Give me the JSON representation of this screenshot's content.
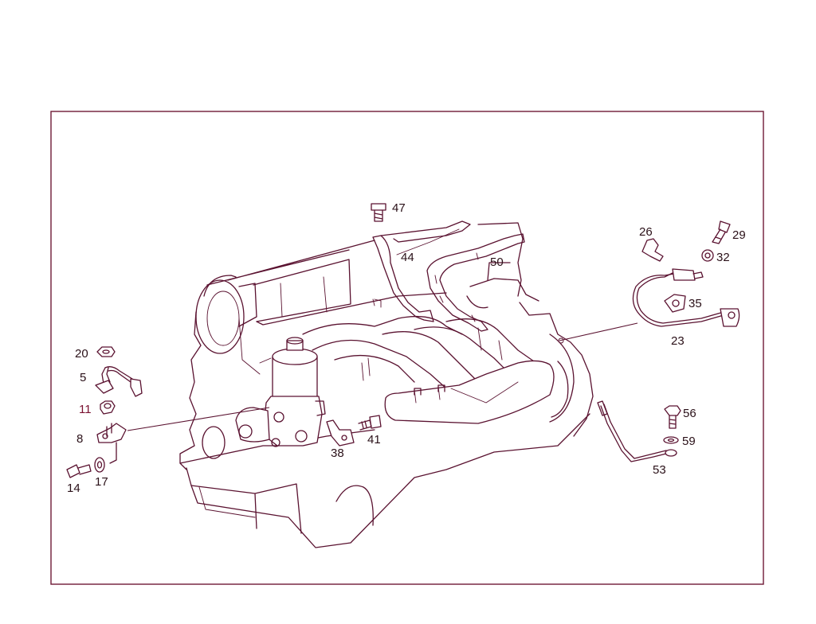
{
  "diagram": {
    "colors": {
      "ink": "#5a1230",
      "frame": "#6e1a35",
      "label": "#2a1018",
      "label_red": "#7a1030"
    },
    "parts": [
      {
        "id": "p47",
        "number": "47",
        "name": "bolt-47"
      },
      {
        "id": "p44",
        "number": "44",
        "name": "bracket-44"
      },
      {
        "id": "p50",
        "number": "50",
        "name": "bracket-50"
      },
      {
        "id": "p26",
        "number": "26",
        "name": "clip-26"
      },
      {
        "id": "p29",
        "number": "29",
        "name": "bolt-29"
      },
      {
        "id": "p32",
        "number": "32",
        "name": "washer-32"
      },
      {
        "id": "p35",
        "number": "35",
        "name": "holder-35"
      },
      {
        "id": "p23",
        "number": "23",
        "name": "cable-23"
      },
      {
        "id": "p20",
        "number": "20",
        "name": "nut-20"
      },
      {
        "id": "p5",
        "number": "5",
        "name": "line-5"
      },
      {
        "id": "p11",
        "number": "11",
        "name": "nut-11"
      },
      {
        "id": "p8",
        "number": "8",
        "name": "bracket-8"
      },
      {
        "id": "p14",
        "number": "14",
        "name": "bolt-14"
      },
      {
        "id": "p17",
        "number": "17",
        "name": "washer-17"
      },
      {
        "id": "p38",
        "number": "38",
        "name": "bracket-38"
      },
      {
        "id": "p41",
        "number": "41",
        "name": "bolt-41"
      },
      {
        "id": "p56",
        "number": "56",
        "name": "bolt-56"
      },
      {
        "id": "p59",
        "number": "59",
        "name": "washer-59"
      },
      {
        "id": "p53",
        "number": "53",
        "name": "ground-strap-53"
      }
    ]
  }
}
